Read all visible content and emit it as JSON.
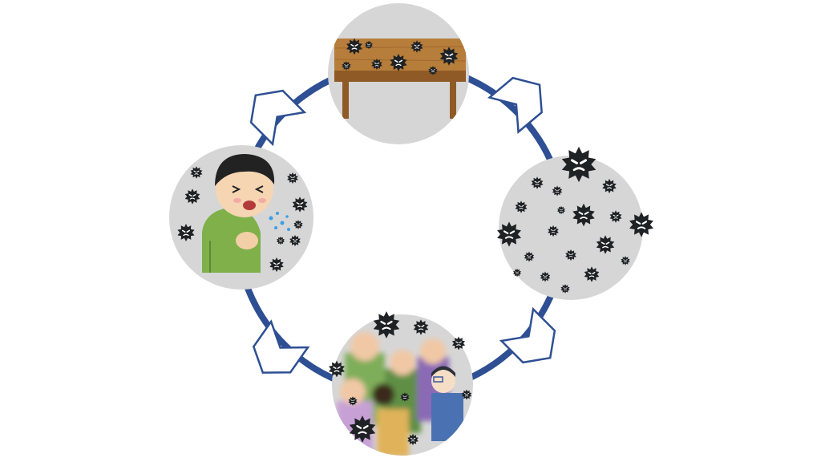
{
  "diagram": {
    "type": "cycle",
    "direction": "clockwise",
    "ring_color": "#2e4f93",
    "arrow_fill": "#ffffff",
    "arrow_stroke": "#2e4f93",
    "node_fill": "#d6d6d6",
    "virus_color": "#1f2224",
    "nodes": [
      {
        "id": "table",
        "position": "top",
        "icon": "table-with-viruses-icon"
      },
      {
        "id": "virus-cloud",
        "position": "right",
        "icon": "virus-cluster-icon"
      },
      {
        "id": "crowd",
        "position": "bottom",
        "icon": "crowd-with-viruses-icon"
      },
      {
        "id": "sneeze",
        "position": "left",
        "icon": "sneezing-boy-icon"
      }
    ]
  }
}
